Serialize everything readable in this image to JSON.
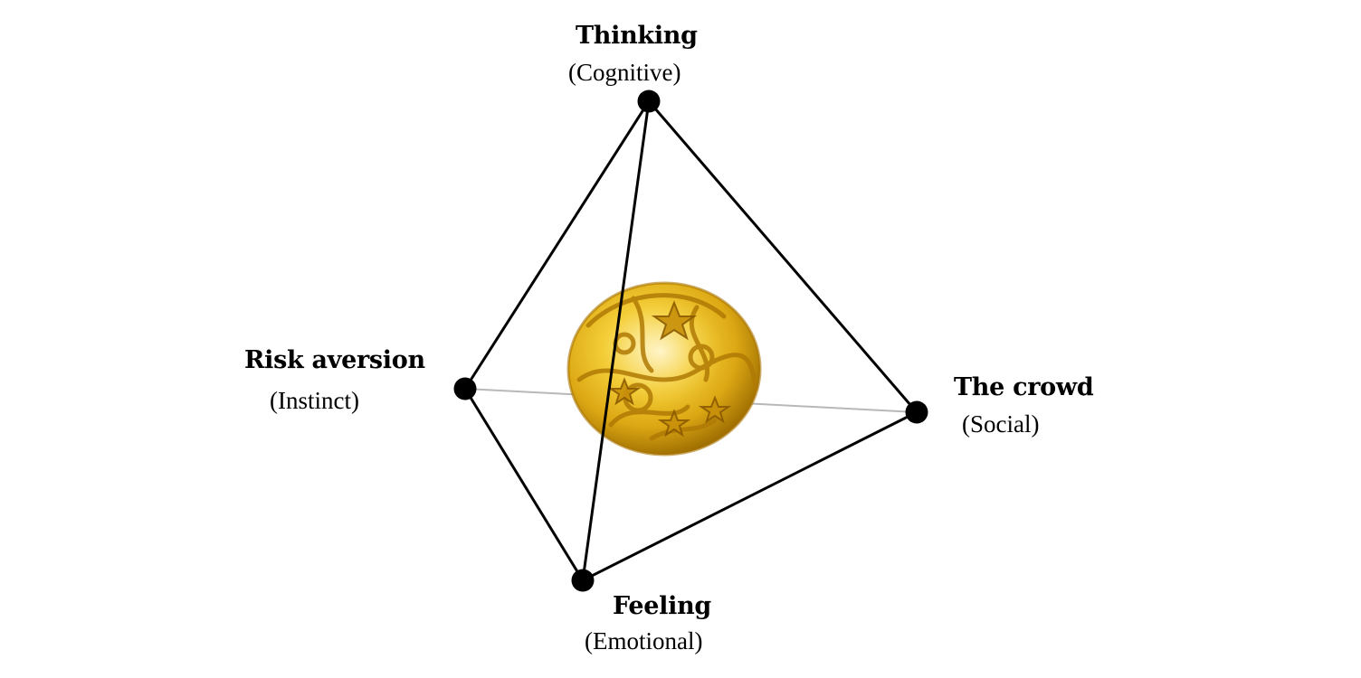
{
  "vertices": {
    "thinking": {
      "title": "Thinking",
      "subtitle": "(Cognitive)"
    },
    "risk": {
      "title": "Risk aversion",
      "subtitle": "(Instinct)"
    },
    "crowd": {
      "title": "The crowd",
      "subtitle": "(Social)"
    },
    "feeling": {
      "title": "Feeling",
      "subtitle": "(Emotional)"
    }
  },
  "colors": {
    "edge": "#000000",
    "hidden_edge": "#b8b8b8",
    "node": "#000000",
    "sphere_gold": "#e8b21c",
    "sphere_shadow": "#a06a00"
  },
  "center_image": "golden-filigree-sphere"
}
